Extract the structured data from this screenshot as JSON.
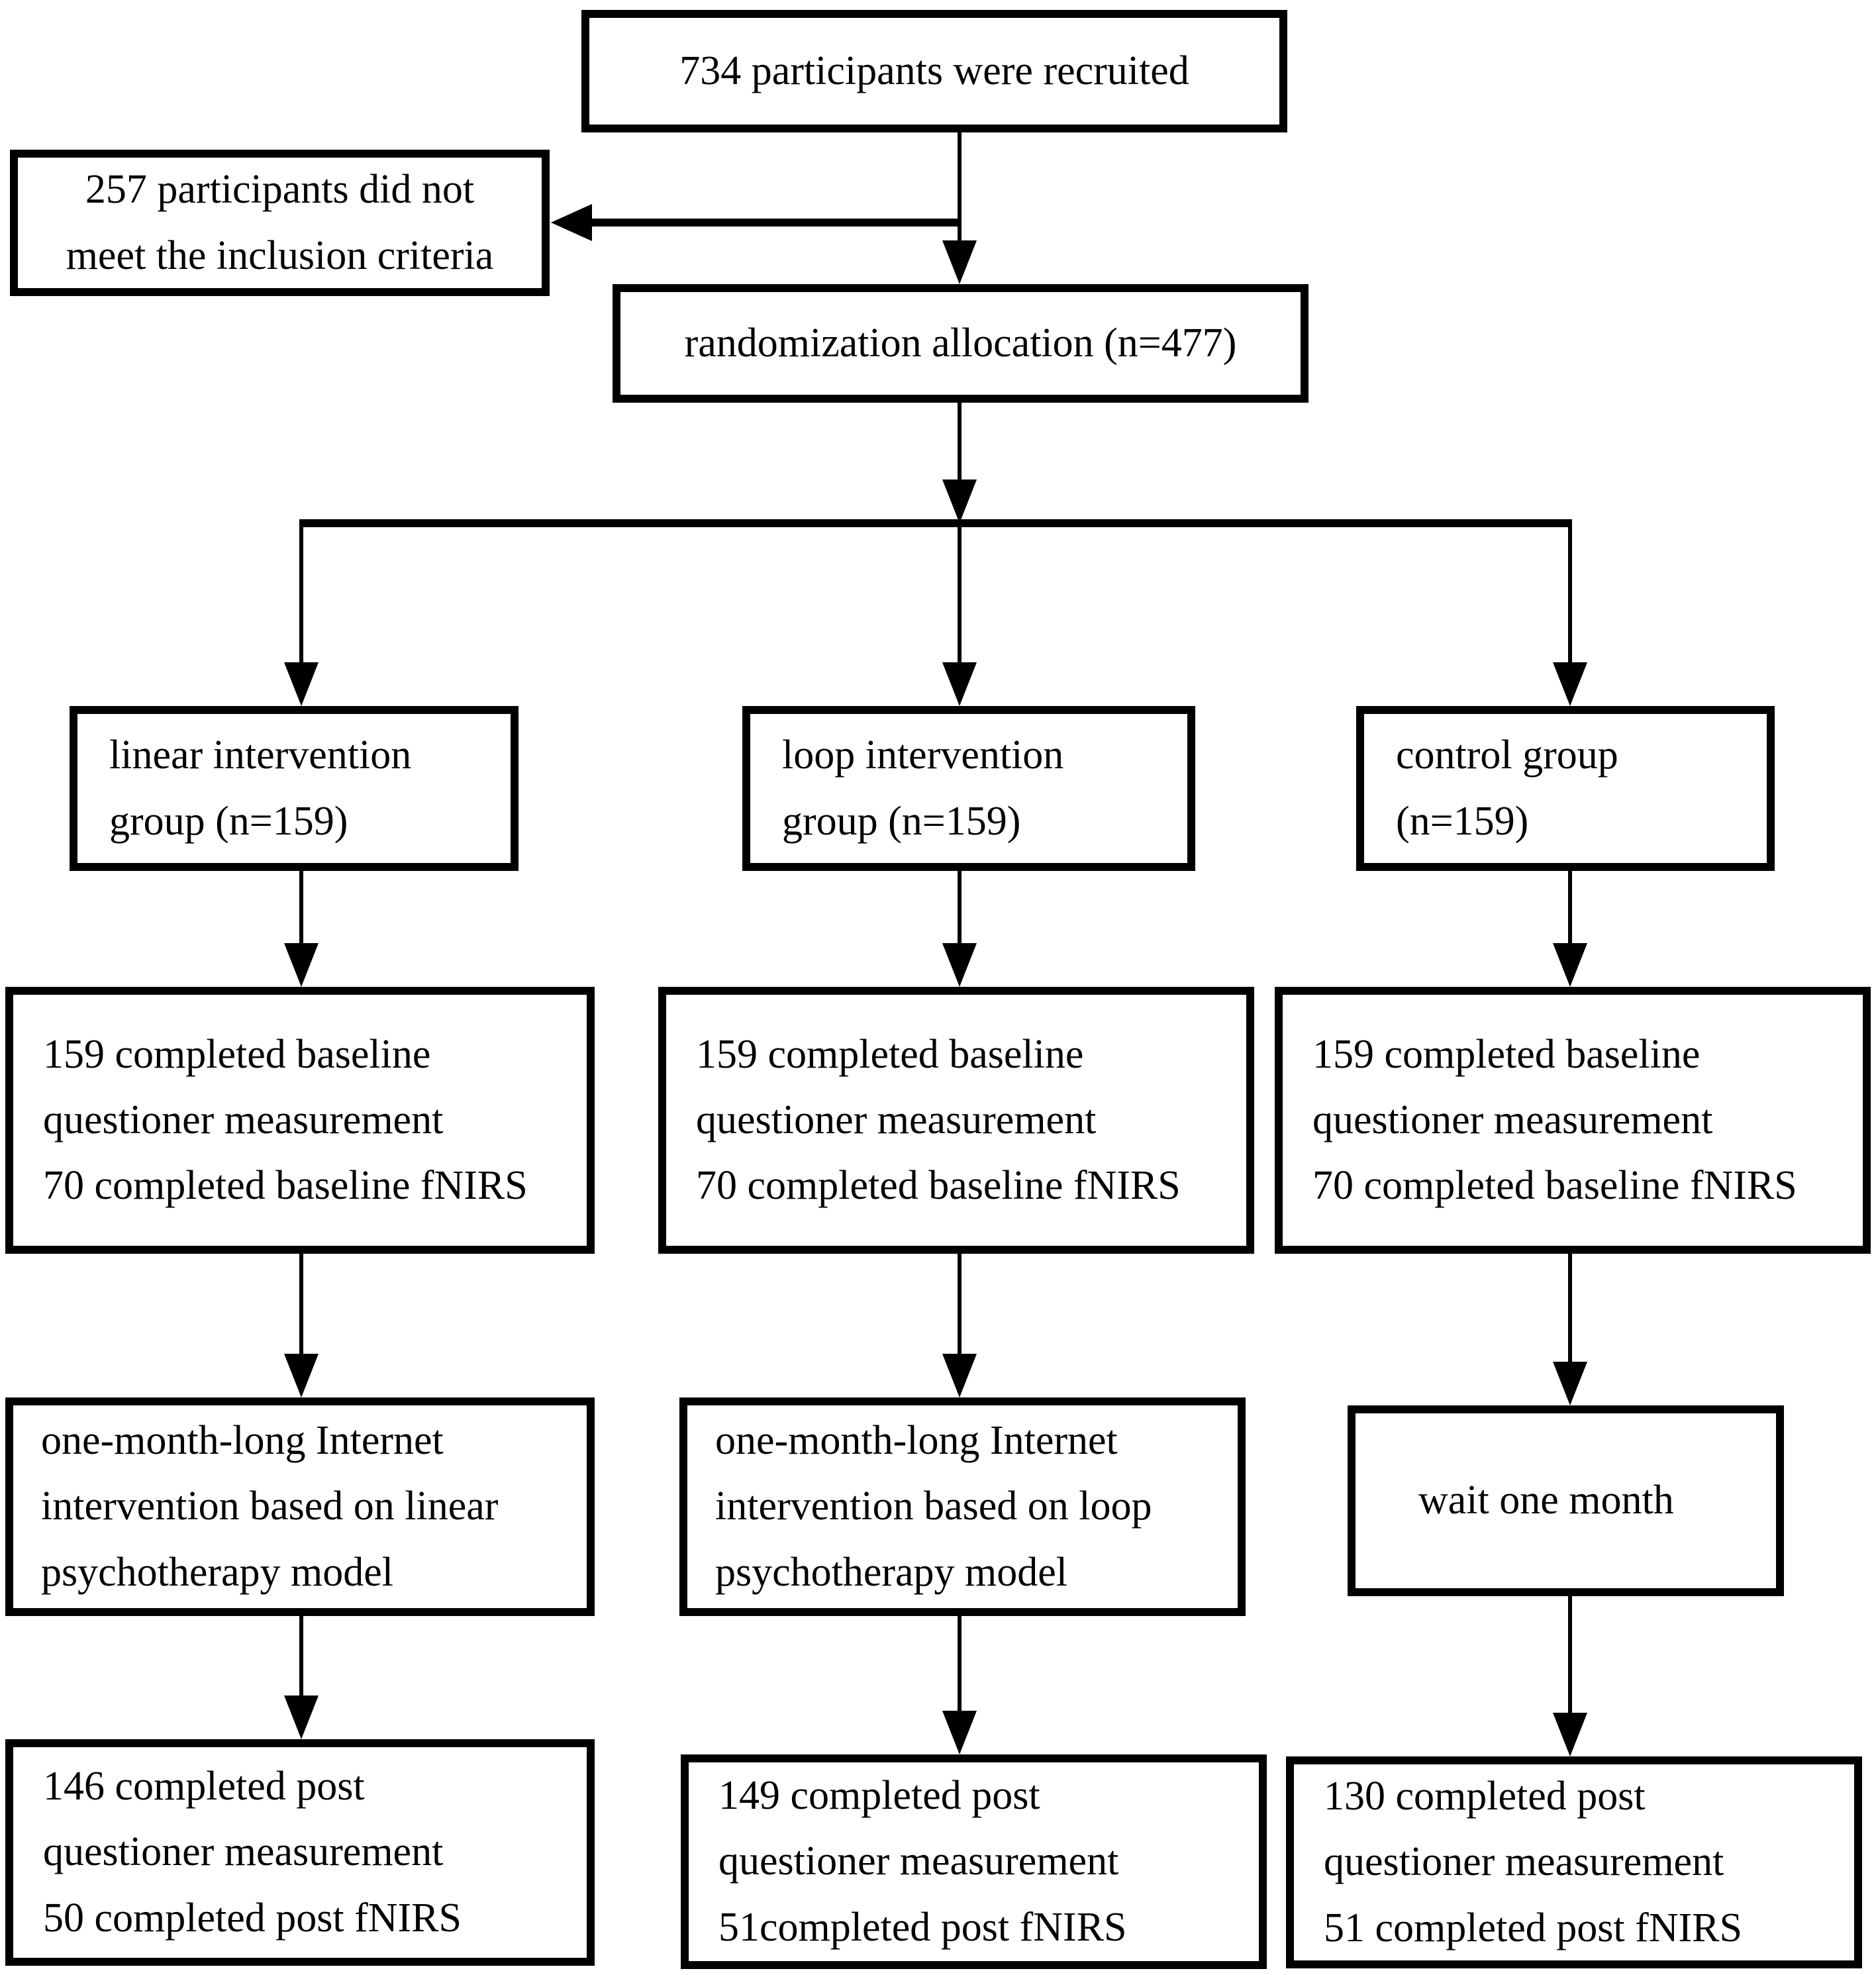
{
  "diagram": {
    "type": "flowchart",
    "description_visible": false,
    "colors": {
      "line": "#000000",
      "text": "#000000",
      "background": "#ffffff"
    },
    "nodes": {
      "recruited": {
        "text": "734 participants were recruited"
      },
      "excluded": {
        "text": "257 participants did not\nmeet the inclusion criteria"
      },
      "randomization": {
        "text": "randomization allocation (n=477)"
      },
      "linear_group": {
        "text": "linear intervention\ngroup (n=159)"
      },
      "loop_group": {
        "text": "loop intervention\ngroup (n=159)"
      },
      "control_group": {
        "text": "control group\n(n=159)"
      },
      "linear_baseline": {
        "text": "159 completed baseline\nquestioner measurement\n70 completed baseline fNIRS"
      },
      "loop_baseline": {
        "text": "159 completed baseline\nquestioner measurement\n70 completed baseline fNIRS"
      },
      "control_baseline": {
        "text": "159 completed baseline\nquestioner measurement\n70 completed baseline fNIRS"
      },
      "linear_intervention": {
        "text": "one-month-long Internet\nintervention based on linear\npsychotherapy model"
      },
      "loop_intervention": {
        "text": "one-month-long Internet\nintervention based on loop\npsychotherapy model"
      },
      "control_wait": {
        "text": "wait one month"
      },
      "linear_post": {
        "text": "146 completed post\nquestioner measurement\n50 completed post fNIRS"
      },
      "loop_post": {
        "text": "149 completed post\nquestioner measurement\n51completed post fNIRS"
      },
      "control_post": {
        "text": "130 completed post\nquestioner measurement\n51 completed post fNIRS"
      }
    },
    "edges": [
      {
        "from": "recruited",
        "to": "randomization"
      },
      {
        "from": "recruited",
        "to": "excluded"
      },
      {
        "from": "randomization",
        "to": "linear_group"
      },
      {
        "from": "randomization",
        "to": "loop_group"
      },
      {
        "from": "randomization",
        "to": "control_group"
      },
      {
        "from": "linear_group",
        "to": "linear_baseline"
      },
      {
        "from": "loop_group",
        "to": "loop_baseline"
      },
      {
        "from": "control_group",
        "to": "control_baseline"
      },
      {
        "from": "linear_baseline",
        "to": "linear_intervention"
      },
      {
        "from": "loop_baseline",
        "to": "loop_intervention"
      },
      {
        "from": "control_baseline",
        "to": "control_wait"
      },
      {
        "from": "linear_intervention",
        "to": "linear_post"
      },
      {
        "from": "loop_intervention",
        "to": "loop_post"
      },
      {
        "from": "control_wait",
        "to": "control_post"
      }
    ]
  }
}
